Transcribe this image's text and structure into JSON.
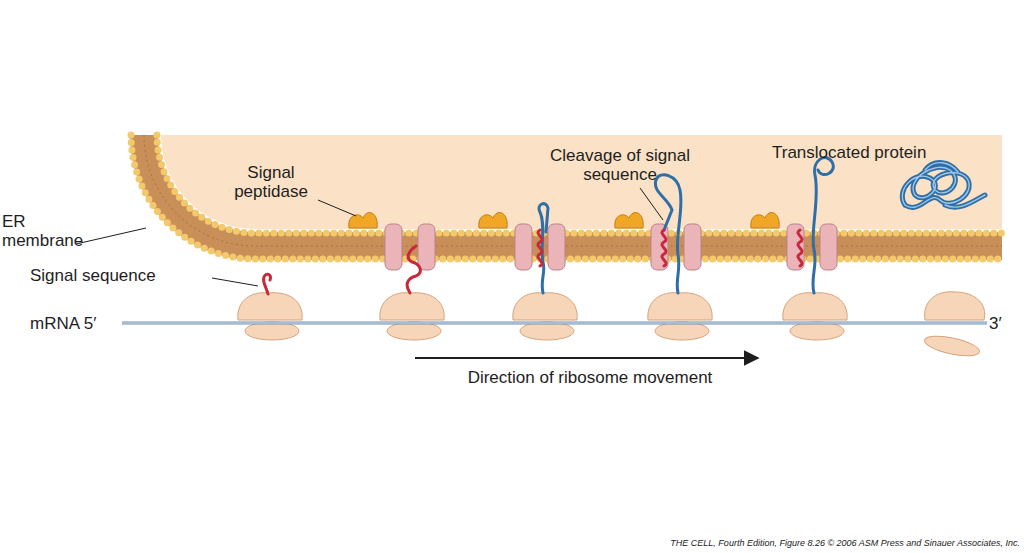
{
  "diagram": {
    "labels": [
      "ER membrane",
      "Signal peptidase",
      "Signal sequence",
      "mRNA 5′",
      "3′",
      "Cleavage of signal sequence",
      "Translocated protein",
      "Direction of ribosome movement",
      "THE CELL, Fourth Edition, Figure 8.26 © 2006 ASM Press and Sinauer Associates, Inc."
    ]
  }
}
